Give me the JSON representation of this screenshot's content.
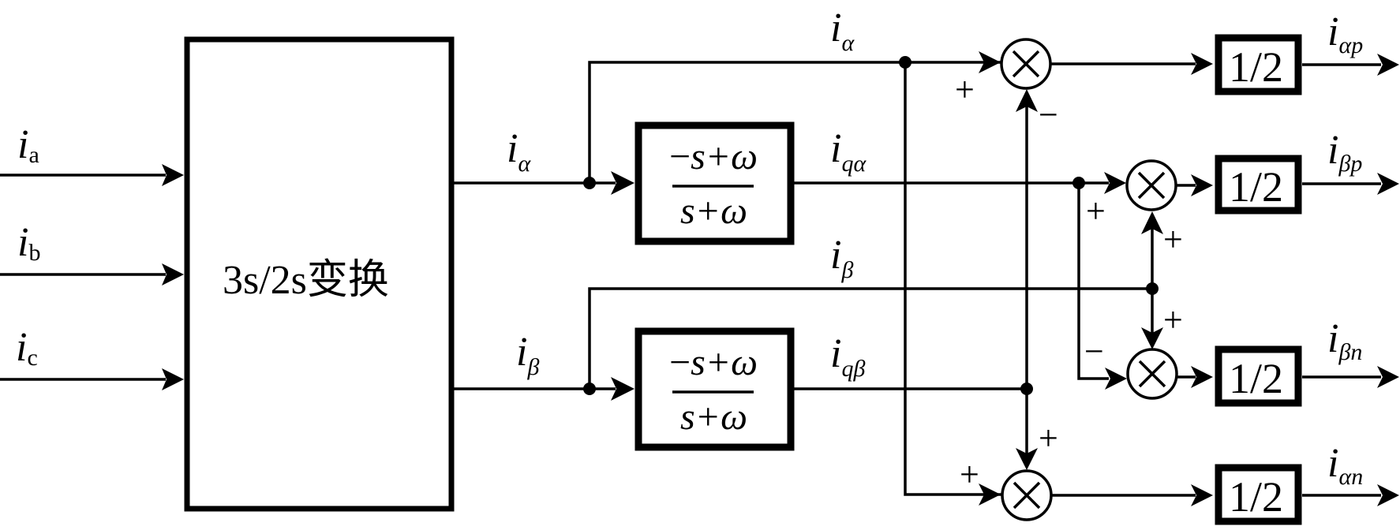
{
  "diagram": {
    "title": "3s/2s transform and positive/negative sequence separation block diagram",
    "main_block": {
      "label": "3s/2s变换"
    },
    "inputs": [
      {
        "symbol": "i",
        "sub": "a"
      },
      {
        "symbol": "i",
        "sub": "b"
      },
      {
        "symbol": "i",
        "sub": "c"
      }
    ],
    "intermediate": {
      "i_alpha_out": {
        "symbol": "i",
        "sub": "α"
      },
      "i_beta_out": {
        "symbol": "i",
        "sub": "β"
      },
      "i_alpha_top": {
        "symbol": "i",
        "sub": "α"
      },
      "i_beta_mid": {
        "symbol": "i",
        "sub": "β"
      },
      "i_q_alpha": {
        "symbol": "i",
        "sub": "qα"
      },
      "i_q_beta": {
        "symbol": "i",
        "sub": "qβ"
      }
    },
    "filters": [
      {
        "numerator_sign": "−",
        "numerator": "s+ω",
        "denominator": "s+ω"
      },
      {
        "numerator_sign": "−",
        "numerator": "s+ω",
        "denominator": "s+ω"
      }
    ],
    "multiplier_symbol": "×",
    "gains": [
      {
        "label": "1/2"
      },
      {
        "label": "1/2"
      },
      {
        "label": "1/2"
      },
      {
        "label": "1/2"
      }
    ],
    "outputs": [
      {
        "symbol": "i",
        "sub": "αp"
      },
      {
        "symbol": "i",
        "sub": "βp"
      },
      {
        "symbol": "i",
        "sub": "βn"
      },
      {
        "symbol": "i",
        "sub": "αn"
      }
    ],
    "signs": {
      "m1_left": "+",
      "m1_bottom": "−",
      "m2_left": "+",
      "m2_bottom": "+",
      "m3_top": "+",
      "m3_left": "−",
      "m4_top": "+",
      "m4_left": "+"
    }
  }
}
